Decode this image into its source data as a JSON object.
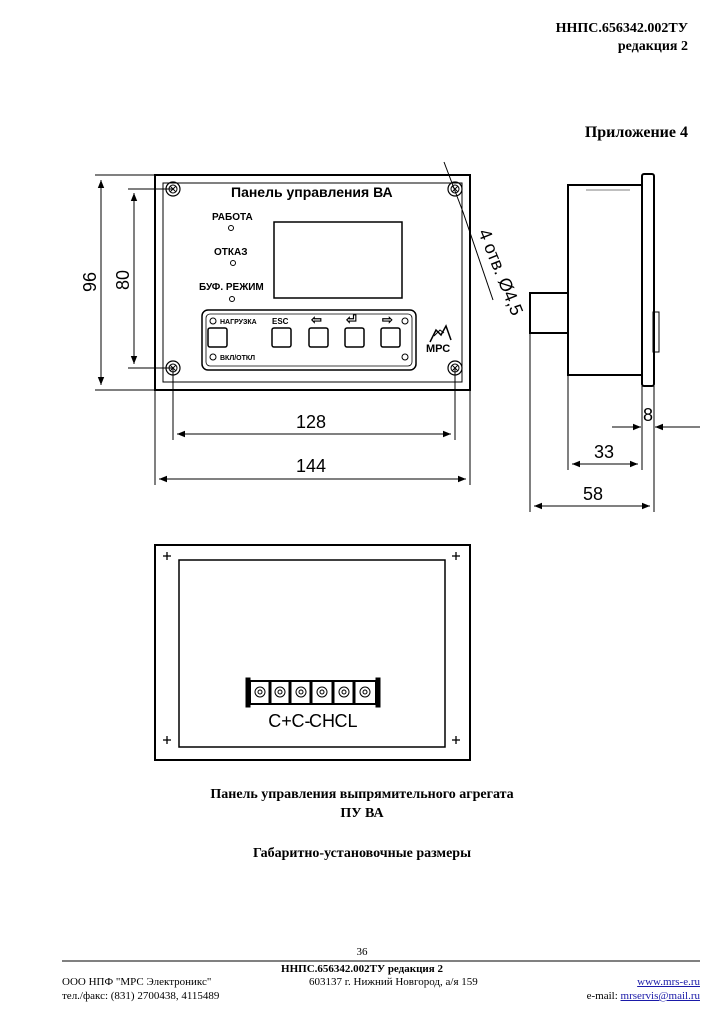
{
  "header": {
    "doc_code": "ННПС.656342.002ТУ",
    "revision": "редакция 2",
    "appendix": "Приложение 4"
  },
  "front_view": {
    "title": "Панель управления ВА",
    "led_labels": [
      "РАБОТА",
      "ОТКАЗ",
      "БУФ. РЕЖИМ"
    ],
    "button_labels": [
      "НАГРУЗКА",
      "ESC",
      "⇦",
      "⏎",
      "⇨"
    ],
    "load_sub_label": "ВКЛ/ОТКЛ",
    "logo_text": "МРС",
    "hole_note": "4 отв. Ø4,5",
    "dimensions": {
      "height_total": "96",
      "height_holes": "80",
      "width_holes": "128",
      "width_total": "144"
    }
  },
  "side_view": {
    "dimensions": {
      "flange": "8",
      "body": "33",
      "total": "58"
    }
  },
  "rear_view": {
    "terminal_labels": [
      "C+",
      "C-",
      "CH",
      "CL"
    ]
  },
  "caption": {
    "line1": "Панель управления выпрямительного агрегата",
    "line2": "ПУ ВА",
    "line3": "Габаритно-установочные размеры"
  },
  "footer": {
    "page_number": "36",
    "doc_ref": "ННПС.656342.002ТУ редакция 2",
    "company": "ООО НПФ \"МРС Электроникс\"",
    "address": "603137 г. Нижний Новгород, а/я  159",
    "website": "www.mrs-e.ru",
    "phone": "тел./факс:  (831) 2700438, 4115489",
    "email_label": "e-mail:",
    "email": "mrservis@mail.ru"
  }
}
